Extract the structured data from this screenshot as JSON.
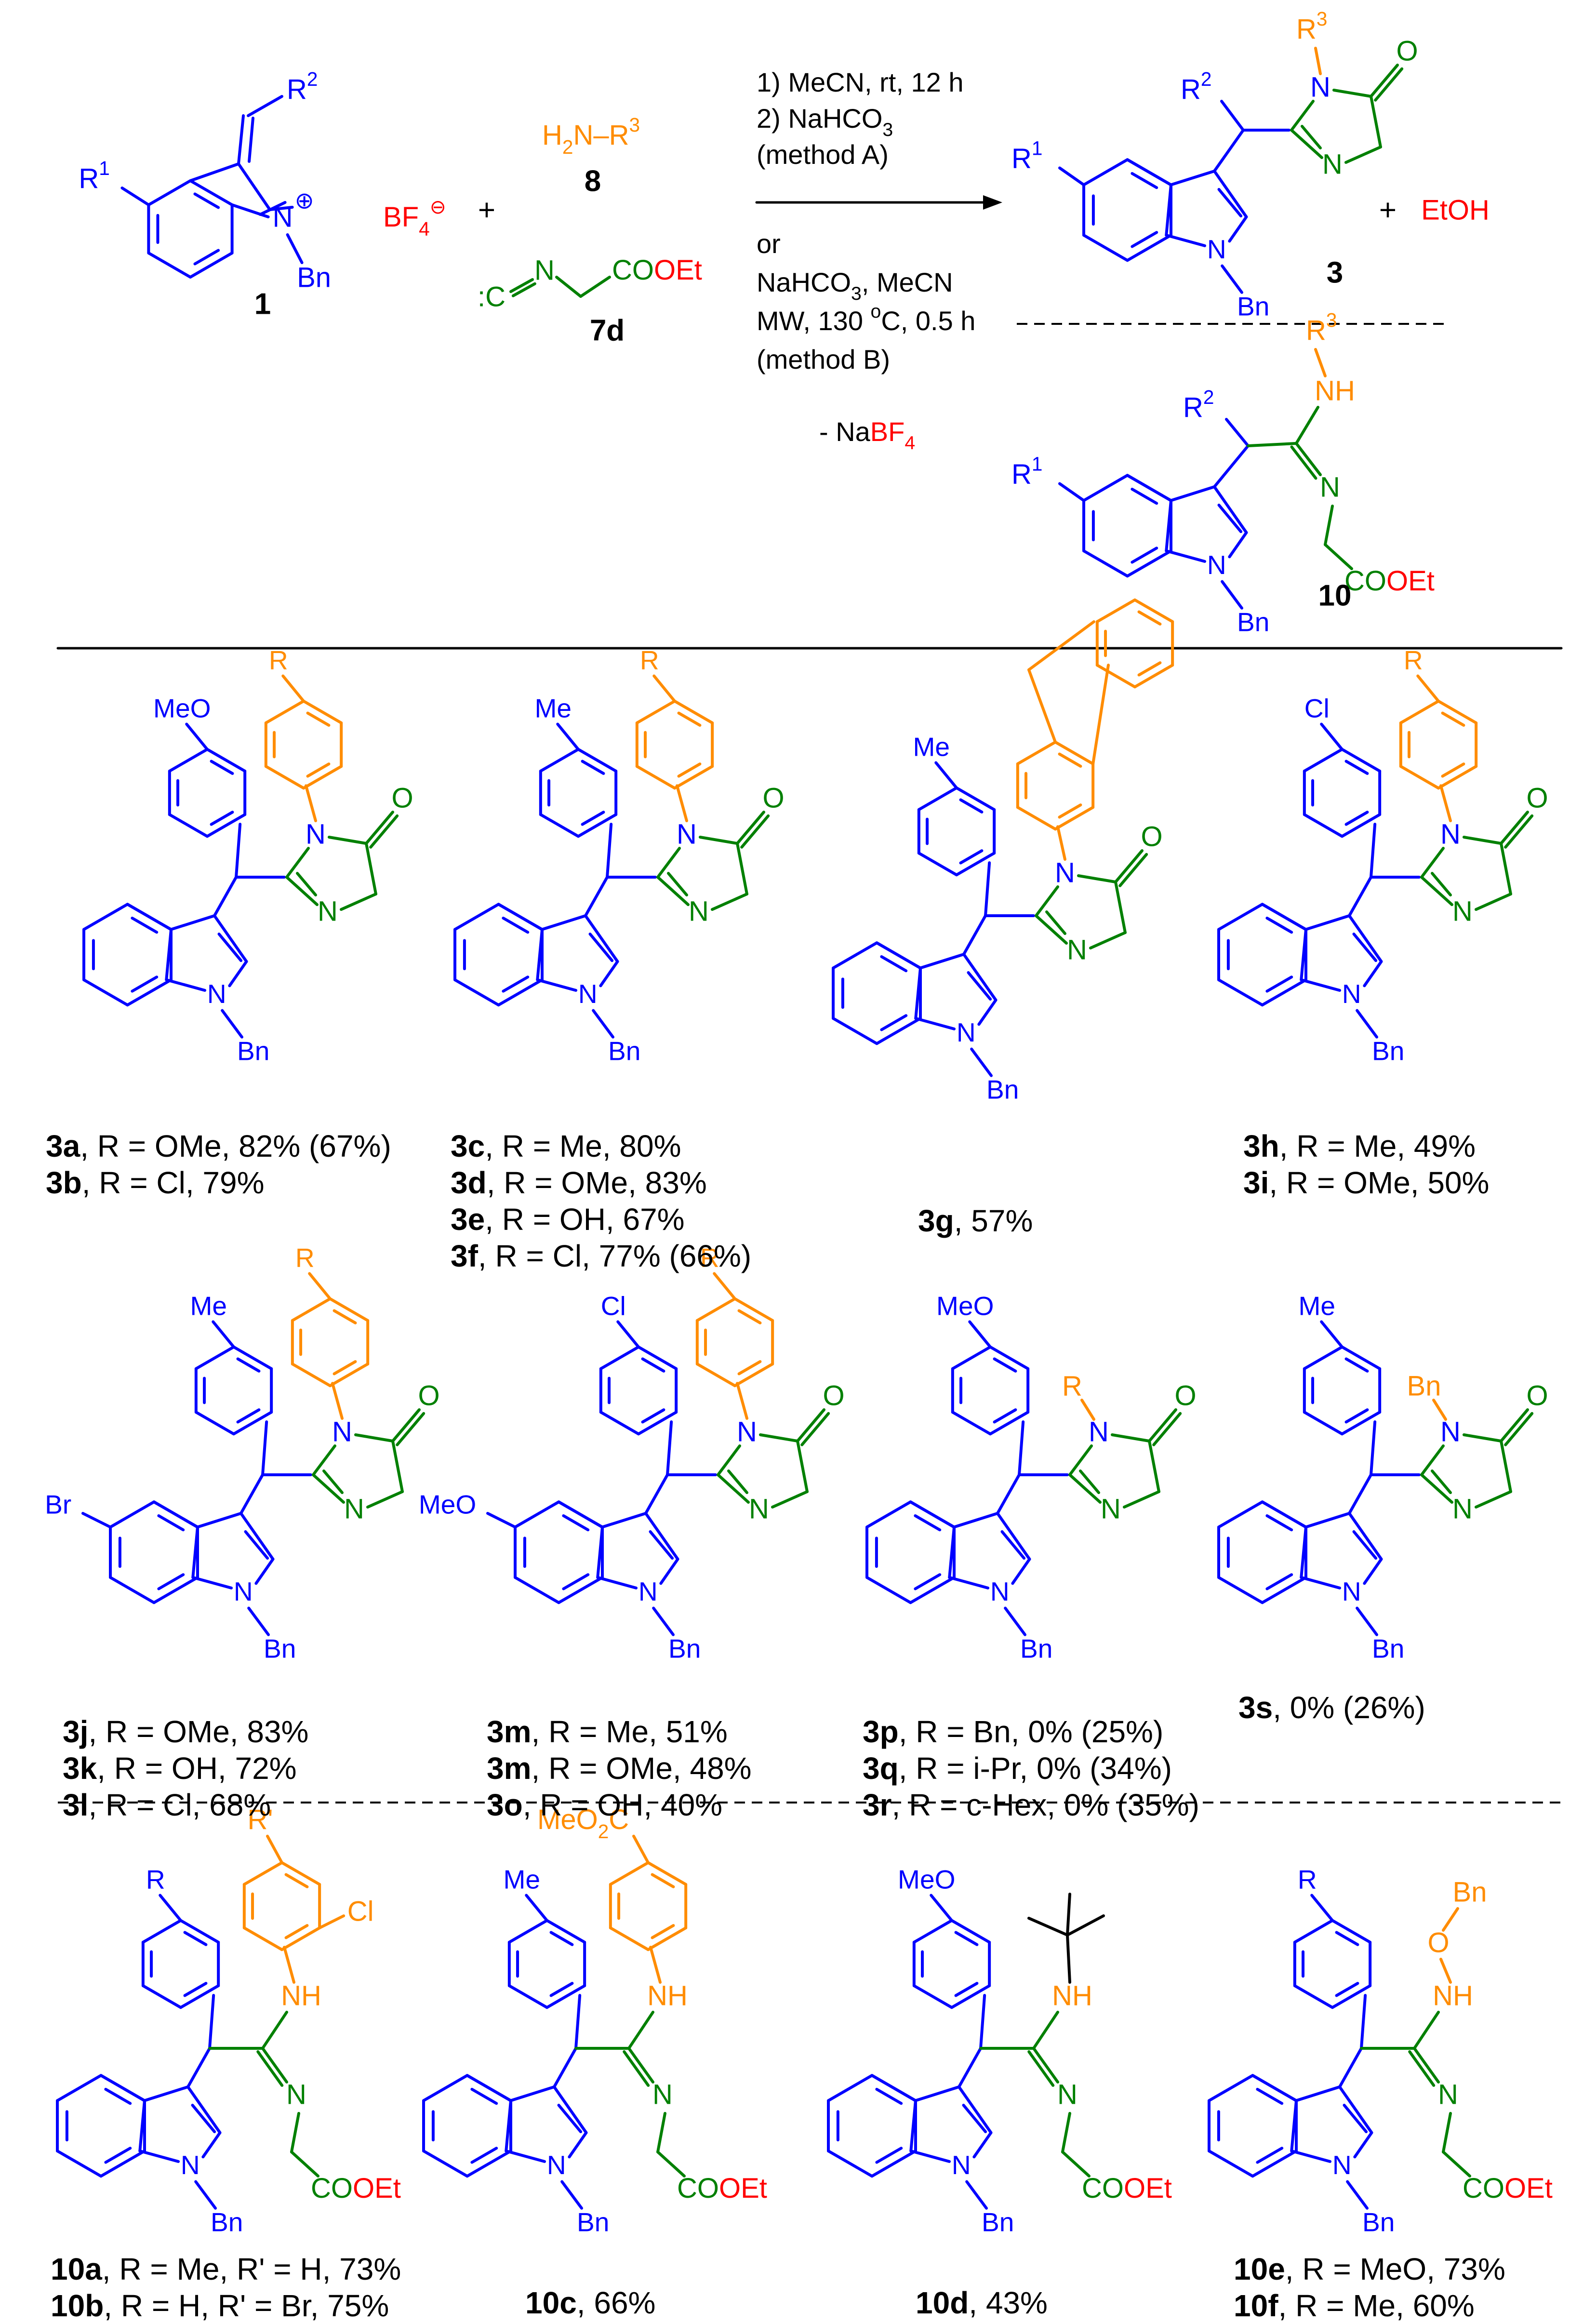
{
  "colors": {
    "indole": "#0000FF",
    "amine": "#FF8C00",
    "isocyanide": "#008000",
    "reagent_red": "#FF0000",
    "text": "#000000"
  },
  "scheme": {
    "reactant1": {
      "R1": "R",
      "R1sup": "1",
      "R2": "R",
      "R2sup": "2",
      "N": "N",
      "plus_charge": "⊕",
      "Bn": "Bn",
      "counterion": "BF",
      "counterion_sub": "4",
      "counterion_sup": "⊖",
      "number": "1"
    },
    "plus1": "+",
    "amine": {
      "label_H2N": "H",
      "label_2": "2",
      "label_N": "N–R",
      "label_sup": "3",
      "number": "8"
    },
    "isocyanide": {
      "label_C": ":C",
      "label_N": "N",
      "label_ester": "COOEt",
      "number": "7d"
    },
    "conditions": {
      "line1": "1) MeCN, rt, 12 h",
      "line2": "2) NaHCO",
      "line2_sub": "3",
      "line3": "(method A)",
      "line4": "or",
      "line5": "NaHCO",
      "line5_sub": "3",
      "line5_rest": ", MeCN",
      "line6": "MW, 130 ",
      "line6_sup": "o",
      "line6_rest": "C, 0.5 h",
      "line7": "(method B)",
      "line8": "- Na",
      "line8_red": "BF",
      "line8_sub": "4"
    },
    "product3": {
      "R1": "R",
      "R1sup": "1",
      "R2": "R",
      "R2sup": "2",
      "R3": "R",
      "R3sup": "3",
      "N_indole": "N",
      "N_ring1": "N",
      "N_ring2": "N",
      "O": "O",
      "Bn": "Bn",
      "number": "3"
    },
    "plus2": "+",
    "EtOH": "EtOH",
    "product10": {
      "R1": "R",
      "R1sup": "1",
      "R2": "R",
      "R2sup": "2",
      "R3": "R",
      "R3sup": "3",
      "NH": "NH",
      "N_imine": "N",
      "N_indole": "N",
      "ester": "COOEt",
      "Bn": "Bn",
      "number": "10"
    }
  },
  "compounds": [
    {
      "id": "3a3b",
      "top": "R",
      "left": "MeO",
      "indole_sub": "",
      "n_sub": "",
      "n_sub_color": "amine",
      "captions": [
        {
          "b": "3a",
          "t": ", R = OMe, 82% (67%)"
        },
        {
          "b": "3b",
          "t": ", R = Cl, 79%"
        }
      ]
    },
    {
      "id": "3c-3f",
      "top": "R",
      "left": "Me",
      "indole_sub": "",
      "n_sub": "",
      "n_sub_color": "amine",
      "captions": [
        {
          "b": "3c",
          "t": ", R = Me, 80%"
        },
        {
          "b": "3d",
          "t": ", R = OMe, 83%"
        },
        {
          "b": "3e",
          "t": ", R = OH, 67%"
        },
        {
          "b": "3f",
          "t": ", R = Cl, 77% (66%)"
        }
      ]
    },
    {
      "id": "3g",
      "top": "",
      "left": "Me",
      "indole_sub": "",
      "n_sub": "",
      "n_sub_color": "amine",
      "captions": [
        {
          "b": "3g",
          "t": ", 57%"
        }
      ]
    },
    {
      "id": "3h3i",
      "top": "R",
      "left": "Cl",
      "indole_sub": "",
      "n_sub": "",
      "n_sub_color": "amine",
      "captions": [
        {
          "b": "3h",
          "t": ", R = Me, 49%"
        },
        {
          "b": "3i",
          "t": ", R = OMe, 50%"
        }
      ]
    },
    {
      "id": "3j-3l",
      "top": "R",
      "left": "Me",
      "indole_sub": "Br",
      "n_sub": "",
      "n_sub_color": "amine",
      "captions": [
        {
          "b": "3j",
          "t": ", R = OMe, 83%"
        },
        {
          "b": "3k",
          "t": ", R = OH, 72%"
        },
        {
          "b": "3l",
          "t": ", R = Cl, 68%"
        }
      ]
    },
    {
      "id": "3m-3o",
      "top": "R",
      "left": "Cl",
      "indole_sub": "MeO",
      "n_sub": "",
      "n_sub_color": "amine",
      "captions": [
        {
          "b": "3m",
          "t": ", R = Me, 51%"
        },
        {
          "b": "3m",
          "t": ", R = OMe, 48%"
        },
        {
          "b": "3o",
          "t": ", R = OH, 40%"
        }
      ]
    },
    {
      "id": "3p-3r",
      "top": "",
      "left": "MeO",
      "indole_sub": "",
      "n_sub": "R",
      "n_sub_color": "amine",
      "captions": [
        {
          "b": "3p",
          "t": ", R = Bn, 0% (25%)"
        },
        {
          "b": "3q",
          "t": ", R = i-Pr, 0% (34%)"
        },
        {
          "b": "3r",
          "t": ", R = c-Hex, 0% (35%)"
        }
      ]
    },
    {
      "id": "3s",
      "top": "",
      "left": "Me",
      "indole_sub": "",
      "n_sub": "Bn",
      "n_sub_color": "amine",
      "captions": [
        {
          "b": "3s",
          "t": ", 0% (26%)"
        }
      ]
    },
    {
      "id": "10a10b",
      "top": "R'",
      "left": "R",
      "cl": "Cl",
      "captions": [
        {
          "b": "10a",
          "t": ", R = Me, R' = H, 73%"
        },
        {
          "b": "10b",
          "t": ", R = H, R' = Br, 75%"
        }
      ]
    },
    {
      "id": "10c",
      "top": "MeO",
      "top_sub": "2",
      "top_rest": "C",
      "left": "Me",
      "captions": [
        {
          "b": "10c",
          "t": ", 66%"
        }
      ]
    },
    {
      "id": "10d",
      "left": "MeO",
      "captions": [
        {
          "b": "10d",
          "t": ", 43%"
        }
      ]
    },
    {
      "id": "10e10f",
      "left": "R",
      "obn": "Bn",
      "o": "O",
      "captions": [
        {
          "b": "10e",
          "t": ", R = MeO, 73%"
        },
        {
          "b": "10f",
          "t": ", R = Me, 60%"
        }
      ]
    }
  ],
  "labels": {
    "N": "N",
    "O": "O",
    "NH": "NH",
    "Bn": "Bn",
    "COOEt_CO": "CO",
    "COOEt_OEt": "OEt"
  }
}
